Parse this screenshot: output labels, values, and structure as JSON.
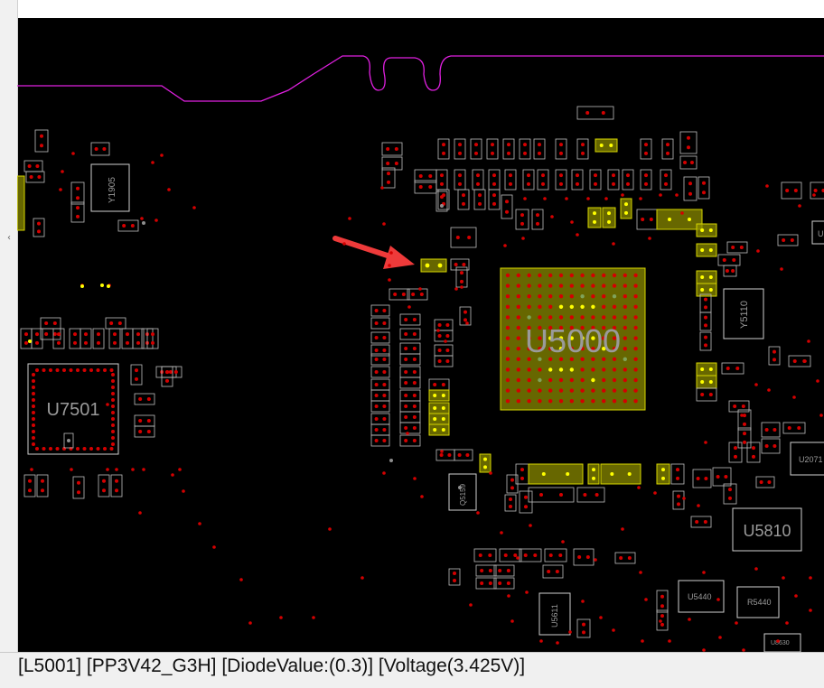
{
  "board": {
    "components": {
      "u5000": "U5000",
      "u7501": "U7501",
      "u5810": "U5810",
      "u2071": "U2071",
      "u5440": "U5440",
      "r5440": "R5440",
      "y1905": "Y1905",
      "y5110": "Y5110",
      "q5159": "Q5159",
      "u5611": "U5611",
      "u8630": "U8630",
      "u_edge": "U"
    },
    "colors": {
      "background": "#000000",
      "silkscreen": "#cfcfcf",
      "highlight": "#a0a000",
      "pad": "#d40000",
      "net_trace": "#e020e0",
      "arrow": "#ee3a3a"
    },
    "collapse_icon": "chevron-left-icon"
  },
  "status": {
    "text": "[L5001] [PP3V42_G3H] [DiodeValue:(0.3)] [Voltage(3.425V)]"
  }
}
